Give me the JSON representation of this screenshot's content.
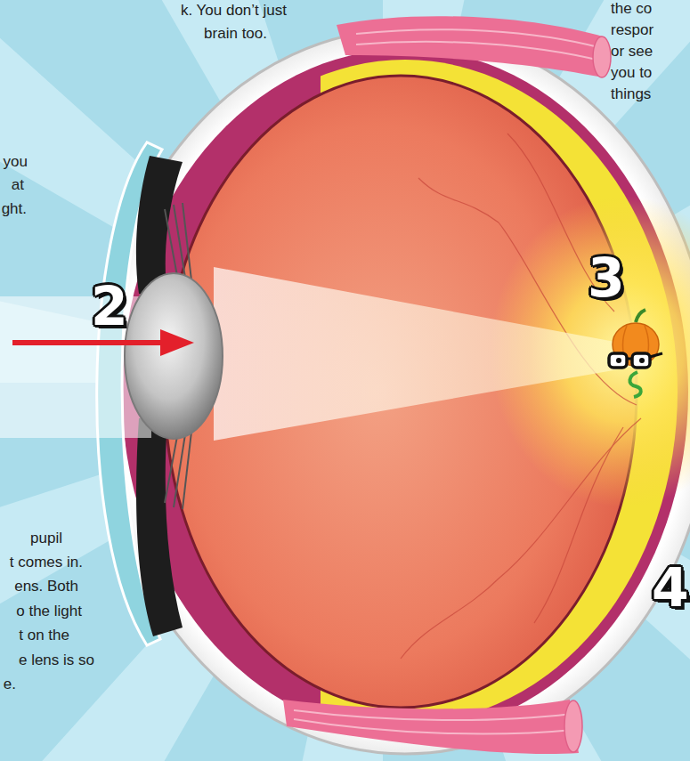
{
  "diagram": {
    "labels": [
      "k. You don’t just",
      "brain too.",
      "the co",
      "respor",
      "or see",
      "you to",
      "things",
      "you",
      "at",
      "ght.",
      "2",
      "3",
      "pupil",
      "t comes in.",
      "ens. Both",
      "o the light",
      "t on the",
      "e lens is so",
      "e.",
      "4"
    ]
  }
}
